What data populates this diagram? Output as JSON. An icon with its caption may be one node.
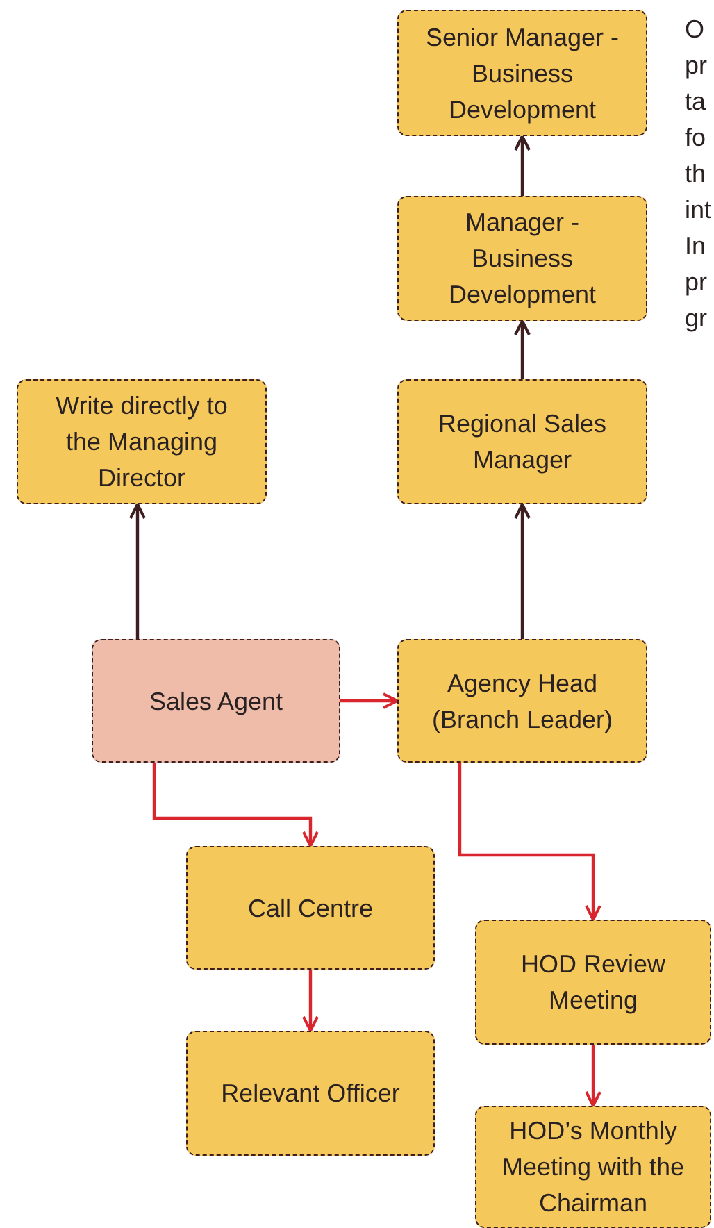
{
  "diagram": {
    "nodes": [
      {
        "text": [
          "Senior Manager - Business Development"
        ]
      },
      {
        "text": [
          "Manager - Business Development"
        ]
      },
      {
        "text": [
          "Write directly to the Managing Director"
        ]
      },
      {
        "text": [
          "Regional Sales Manager"
        ]
      },
      {
        "text": [
          "Sales Agent"
        ]
      },
      {
        "text": [
          "Agency Head (Branch Leader)"
        ]
      },
      {
        "text": [
          "Call Centre"
        ]
      },
      {
        "text": [
          "HOD Review Meeting"
        ]
      },
      {
        "text": [
          "Relevant Officer"
        ]
      },
      {
        "text": [
          "HOD’s Monthly Meeting with the Chairman"
        ]
      }
    ],
    "edges": [
      {
        "from": 4,
        "to": 2,
        "arrow": "to",
        "color": "#3d1f22"
      },
      {
        "from": 4,
        "to": 5,
        "arrow": "to"
      },
      {
        "from": 5,
        "to": 3,
        "arrow": "to",
        "color": "#3d1f22"
      },
      {
        "from": 3,
        "to": 1,
        "arrow": "to",
        "color": "#3d1f22"
      },
      {
        "from": 1,
        "to": 0,
        "arrow": "to",
        "color": "#3d1f22"
      },
      {
        "from": 4,
        "to": 6,
        "arrow": "to"
      },
      {
        "from": 5,
        "to": 7,
        "arrow": "to"
      },
      {
        "from": 6,
        "to": 8,
        "arrow": "to"
      },
      {
        "from": 7,
        "to": 9,
        "arrow": "to"
      }
    ],
    "labels": [
      "O",
      "pr",
      "ta",
      "fo",
      "th",
      "int",
      "In",
      "pr",
      "gr"
    ]
  }
}
